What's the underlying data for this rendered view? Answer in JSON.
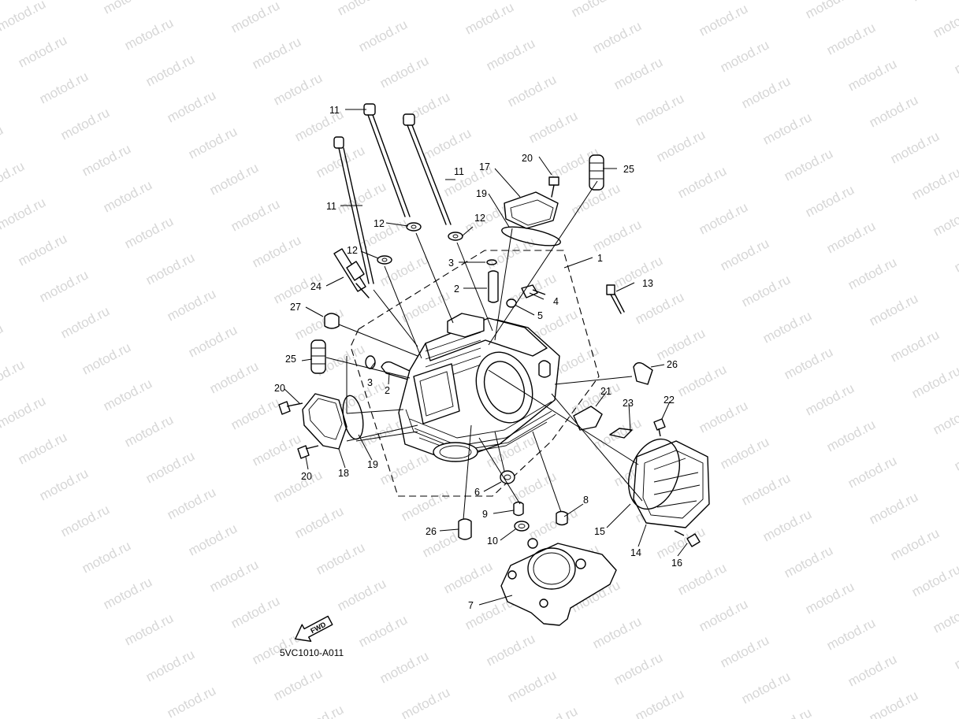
{
  "watermark": "motod.ru",
  "diagram_code": "5VC1010-A011",
  "fwd_label": "FWD",
  "callouts": [
    "1",
    "2",
    "2",
    "3",
    "3",
    "4",
    "5",
    "6",
    "7",
    "8",
    "9",
    "10",
    "11",
    "11",
    "11",
    "11",
    "12",
    "12",
    "12",
    "13",
    "14",
    "15",
    "16",
    "17",
    "18",
    "19",
    "19",
    "20",
    "20",
    "20",
    "21",
    "22",
    "23",
    "24",
    "25",
    "25",
    "26",
    "26",
    "27"
  ]
}
